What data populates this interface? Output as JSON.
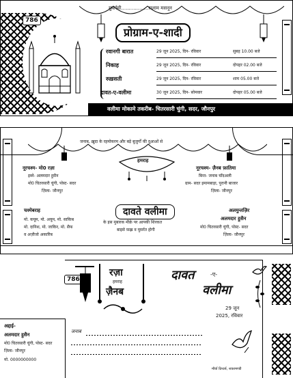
{
  "card1": {
    "badge": "786",
    "salutation_left": "मुकर्रमी..................सलाम मसनून",
    "title": "प्रोग्राम-ए-शादी",
    "events": [
      {
        "name": "रवानगी बारात",
        "date": "29 जून 2025, दिन- रविवार",
        "time": "सुबह 10.00 बजे"
      },
      {
        "name": "निकाह",
        "date": "29 जून 2025, दिन- रविवार",
        "time": "दोपहर 02.00 बजे"
      },
      {
        "name": "रुख़सती",
        "date": "29 जून 2025, दिन- रविवार",
        "time": "शाम 05.00 बजे"
      },
      {
        "name": "दावत-ए-वलीमा",
        "date": "30 जून 2025, दिन- सोमवार",
        "time": "दोपहर 05.00 बजे"
      }
    ],
    "footer": "वलीमा मोकामे तकरीब- चितरसारी चुंगी, सदर, जौनपुर"
  },
  "card2": {
    "top_line": "जनाब, ख़ुदा के रहमोकरम और बड़े बुज़ुर्गों की दुआओं से",
    "groom_label": "नूरचश्म- मो0 रज़ा",
    "groom_parent": "इब्ने- अलमदार हुसैन",
    "groom_address1": "मो0 चितरसारी चुंगी, पोस्ट- सदर",
    "groom_address2": "ज़िला- जौनपुर",
    "bride_label": "नूरचश्म- ज़ैनब फ़ातिमा",
    "bride_parent": "बिन्त- जनाब चाँदअली",
    "bride_address1": "ग्राम- सदर इमामबाड़ा, पुरानी बाजार",
    "bride_address2": "ज़िला- जौनपुर",
    "center_emblem": "हमराह",
    "heading": "दावते वलीमा",
    "invite_line1": "के इस मुबारक मौक़े पर आपकी शिरकत",
    "invite_line2": "बाइसे फ़ख़्र व मुसर्रत होगी",
    "left_title": "चश्मेबराह",
    "left_lines": [
      "मो. कयूम, मो. अयूम, मो. साकिब",
      "मो. दानिश, मो. जाकिर, मो. सैफ",
      "व अज़ीजो अकारिब"
    ],
    "right_title": "अलमुन्तज़िर",
    "right_name": "अलमदार हुसैन",
    "right_address1": "मो0 चितरसारी चुंगी, पोस्ट- सदर",
    "right_address2": "ज़िला- जौनपुर"
  },
  "card3": {
    "badge": "786",
    "groom": "रज़ा",
    "with": "हमराह",
    "bride": "ज़ैनब",
    "script_title_1": "दावत",
    "script_title_2": "-ए-",
    "script_title_3": "वलीमा",
    "date_line1": "29 जून",
    "date_line2": "2025, रविवार",
    "janab": "जनाब",
    "sender_title": "अद्दाई-",
    "sender_name": "अलमदार हुसैन",
    "sender_address1": "मो0 चितरसारी चुंगी, पोस्ट- सदर",
    "sender_address2": "ज़िला- जौनपुर",
    "sender_phone": "मो. 0000000000",
    "printer": "मौर्या प्रिन्टर्स, शकरमण्डी"
  }
}
